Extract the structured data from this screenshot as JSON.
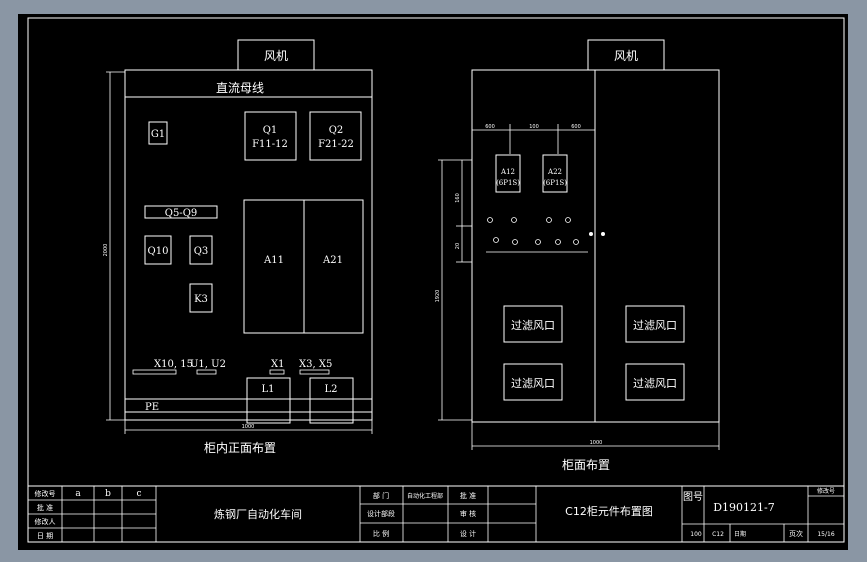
{
  "front": {
    "fan": "风机",
    "busbar": "直流母线",
    "g1": "G1",
    "q1": [
      "Q1",
      "F11-12"
    ],
    "q2": [
      "Q2",
      "F21-22"
    ],
    "q5q9": "Q5-Q9",
    "q10": "Q10",
    "q3": "Q3",
    "k3": "K3",
    "a11": "A11",
    "a21": "A21",
    "x10": "X10, 15",
    "u1u2": "U1, U2",
    "x1": "X1",
    "x3x5": "X3, X5",
    "l1": "L1",
    "l2": "L2",
    "pe": "PE",
    "dim_width": "1000",
    "dim_height": "2000",
    "caption": "柜内正面布置"
  },
  "rear": {
    "fan": "风机",
    "a12": [
      "A12",
      "(6P1S)"
    ],
    "a22": [
      "A22",
      "(6P1S)"
    ],
    "filters": [
      "过滤风口",
      "过滤风口",
      "过滤风口",
      "过滤风口"
    ],
    "dims_top": [
      "600",
      "100",
      "600"
    ],
    "dims_left": [
      "160",
      "20",
      "1920"
    ],
    "dim_width": "1000",
    "caption": "柜面布置"
  },
  "title_block": {
    "rev_headers": [
      "修改号",
      "a",
      "b",
      "c"
    ],
    "rev_rows": [
      "批 准",
      "修改人",
      "日 期"
    ],
    "company": "炼钢厂自动化车间",
    "dept_label": "部 门",
    "dept_value": "自动化工程部",
    "approve": "批 准",
    "design_dept": "设计部段",
    "review": "审 核",
    "scale": "比 例",
    "design": "设 计",
    "drawing_title": "C12柜元件布置图",
    "fig_label": "图号",
    "drawing_no": "D190121-7",
    "rev_label": "修改号",
    "sheet_label": "页次",
    "sheet_value": "15/16",
    "bottom_a": "100",
    "bottom_b": "C12",
    "bottom_c": "日期"
  }
}
